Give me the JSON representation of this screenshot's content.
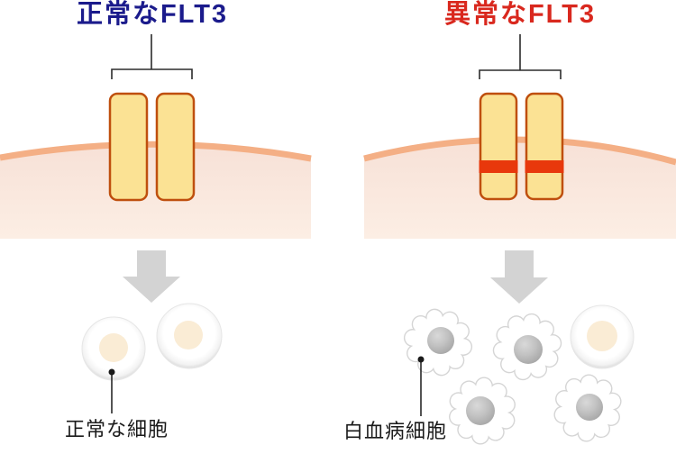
{
  "panels": {
    "normal": {
      "title": "正常なFLT3",
      "cell_label": "正常な細胞",
      "receptor_count": 2,
      "cell_count": 2
    },
    "abnormal": {
      "title": "異常なFLT3",
      "cell_label": "白血病細胞",
      "receptor_count": 2,
      "mutation_bands_per_receptor": 1,
      "leukemia_cell_count": 4,
      "normal_cell_count": 1
    }
  },
  "colors": {
    "title_normal": "#1b1b8c",
    "title_abnormal": "#d9281e",
    "receptor_fill": "#fbe294",
    "receptor_border": "#bf4f0e",
    "mutation_band": "#e8380c",
    "membrane_stroke": "#f4af85",
    "membrane_fill": "#f9e6dc",
    "arrow": "#d3d3d3",
    "normal_nucleus": "#faecd5",
    "leukemia_nucleus": "#b3b3b3",
    "label_text": "#1a1a1a"
  }
}
